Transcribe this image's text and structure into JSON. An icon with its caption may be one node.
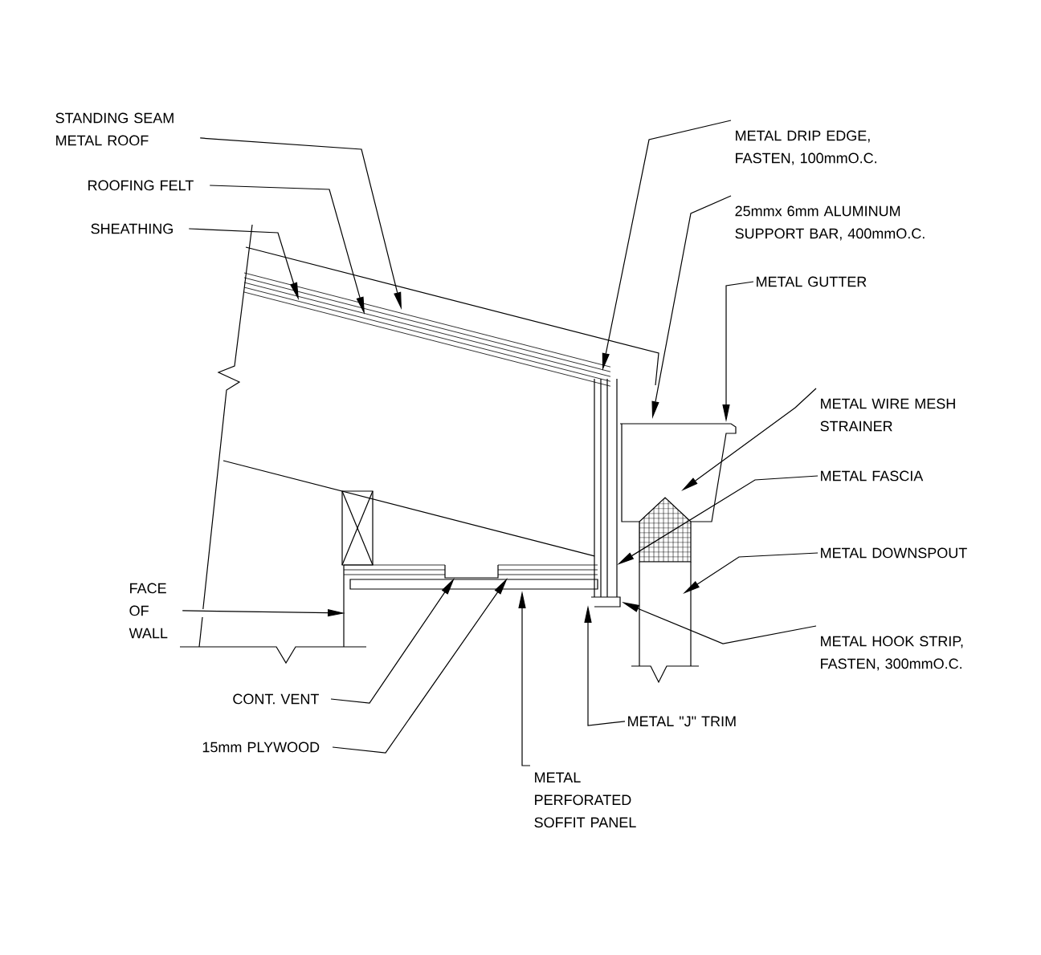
{
  "diagram": {
    "nodes": [
      {
        "text": [
          "STANDING SEAM METAL ROOF"
        ]
      },
      {
        "text": [
          "ROOFING FELT"
        ]
      },
      {
        "text": [
          "SHEATHING"
        ]
      },
      {
        "text": [
          "METAL DRIP EDGE, FASTEN, 100mmO.C."
        ]
      },
      {
        "text": [
          "25mmx 6mm ALUMINUM SUPPORT BAR, 400mmO.C."
        ]
      },
      {
        "text": [
          "METAL GUTTER"
        ]
      },
      {
        "text": [
          "METAL WIRE MESH STRAINER"
        ]
      },
      {
        "text": [
          "METAL FASCIA"
        ]
      },
      {
        "text": [
          "METAL DOWNSPOUT"
        ]
      },
      {
        "text": [
          "METAL HOOK STRIP, FASTEN, 300mmO.C."
        ]
      },
      {
        "text": [
          "METAL \"J\" TRIM"
        ]
      },
      {
        "text": [
          "METAL PERFORATED SOFFIT PANEL"
        ]
      },
      {
        "text": [
          "CONT. VENT"
        ]
      },
      {
        "text": [
          "15mm PLYWOOD"
        ]
      },
      {
        "text": [
          "FACE OF WALL"
        ]
      }
    ],
    "edges": [
      {
        "from": 0,
        "to": null,
        "arrow": "to"
      },
      {
        "from": 1,
        "to": null,
        "arrow": "to"
      },
      {
        "from": 2,
        "to": null,
        "arrow": "to"
      },
      {
        "from": 3,
        "to": null,
        "arrow": "to"
      },
      {
        "from": 4,
        "to": null,
        "arrow": "to"
      },
      {
        "from": 5,
        "to": null,
        "arrow": "to"
      },
      {
        "from": 6,
        "to": null,
        "arrow": "to"
      },
      {
        "from": 7,
        "to": null,
        "arrow": "to"
      },
      {
        "from": 8,
        "to": null,
        "arrow": "to"
      },
      {
        "from": 9,
        "to": null,
        "arrow": "to"
      },
      {
        "from": 10,
        "to": null,
        "arrow": "to"
      },
      {
        "from": 11,
        "to": null,
        "arrow": "to"
      },
      {
        "from": 12,
        "to": null,
        "arrow": "to"
      },
      {
        "from": 13,
        "to": null,
        "arrow": "to"
      },
      {
        "from": 14,
        "to": null,
        "arrow": "to"
      }
    ]
  }
}
